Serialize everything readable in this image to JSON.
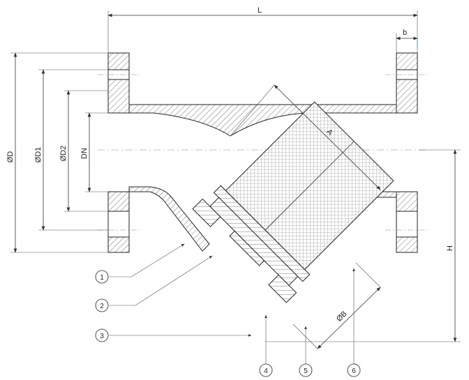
{
  "dimensions": {
    "L": "L",
    "b": "b",
    "A": "A",
    "H": "H",
    "OD": "ØD",
    "OD1": "ØD1",
    "OD2": "ØD2",
    "DN": "DN",
    "OB": "ØB"
  },
  "callouts": [
    "1",
    "2",
    "3",
    "4",
    "5",
    "6"
  ]
}
